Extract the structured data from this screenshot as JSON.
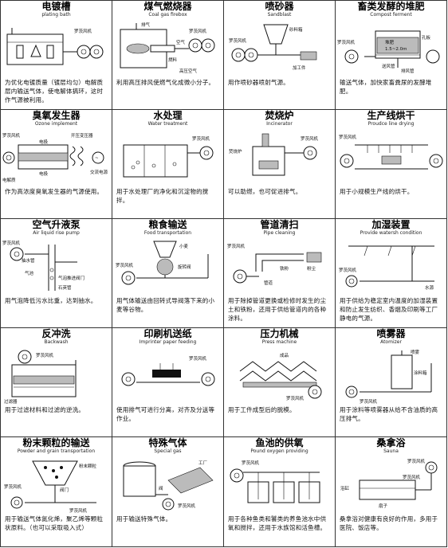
{
  "cells": [
    {
      "title": "电镀槽",
      "subtitle": "plating bath",
      "labels": [
        "罗茨风机"
      ],
      "desc": "为优化电镀质量（镀层均匀）电解质层内输送气体，使电解体搞环，这时作气源被利用。"
    },
    {
      "title": "煤气燃烧器",
      "subtitle": "Coal gas firebox",
      "labels": [
        "排气",
        "罗茨风机",
        "空气",
        "燃料",
        "高压空气"
      ],
      "desc": "利用高压排风使燃气化成微小分子。"
    },
    {
      "title": "喷砂器",
      "subtitle": "Sandblast",
      "labels": [
        "砂料箱",
        "罗茨风机",
        "加工件"
      ],
      "desc": "用作喷砂器喷射气源。"
    },
    {
      "title": "畜类发酵的堆肥",
      "subtitle": "Compost ferment",
      "labels": [
        "罗茨风机",
        "堆肥",
        "1.5~2.0m",
        "孔板",
        "送风管",
        "排风管"
      ],
      "desc": "输送气体，加快家畜粪尿的发酵堆肥。"
    },
    {
      "title": "臭氧发生器",
      "subtitle": "Ozone implement",
      "labels": [
        "罗茨风机",
        "电极",
        "电极",
        "开压变压器",
        "电解质",
        "交流电源"
      ],
      "desc": "作为高浓度臭氧发生器的气源使用。"
    },
    {
      "title": "水处理",
      "subtitle": "Water treatment",
      "labels": [
        "罗茨风机"
      ],
      "desc": "用于水处理厂的净化和沉淀物的搅拌。"
    },
    {
      "title": "焚烧炉",
      "subtitle": "Incinerator",
      "labels": [
        "焚烧炉",
        "罗茨风机"
      ],
      "desc": "可以助燃，也可促进排气。"
    },
    {
      "title": "生产线烘干",
      "subtitle": "Proudce line drying",
      "labels": [
        "罗茨风机"
      ],
      "desc": "用于小规模生产线的烘干。"
    },
    {
      "title": "空气升液泵",
      "subtitle": "Air liquid rise pump",
      "labels": [
        "罗茨风机",
        "抽水管",
        "气池",
        "气泡推进阀门",
        "石英管"
      ],
      "desc": "用气泡降低污水比重，达到抽水。"
    },
    {
      "title": "粮食输送",
      "subtitle": "Food transportation",
      "labels": [
        "小麦",
        "罗茨风机",
        "旋转阀"
      ],
      "desc": "用气体输送由回转式导阀落下来的小麦等谷物。"
    },
    {
      "title": "管道清扫",
      "subtitle": "Pipe cleaning",
      "labels": [
        "罗茨风机",
        "铁粉",
        "粉尘",
        "管道"
      ],
      "desc": "用于除掉管道更换或检修时发生的尘土和铁粉，还用于供给管道内的各种涂料。"
    },
    {
      "title": "加湿装置",
      "subtitle": "Provide watersh condition",
      "labels": [
        "罗茨风机",
        "水源"
      ],
      "desc": "用于供给为稳定室内温度的加湿装置和防止发生纺织、香烟及印刷等工厂静电的气源。"
    },
    {
      "title": "反冲洗",
      "subtitle": "Backwash",
      "labels": [
        "罗茨风机",
        "过滤器"
      ],
      "desc": "用于过滤材料和过滤的逆洗。"
    },
    {
      "title": "印刷机送纸",
      "subtitle": "Imprinter paper feeding",
      "labels": [
        "罗茨风机"
      ],
      "desc": "使用排气可进行分离，对齐及分送等作业。"
    },
    {
      "title": "压力机械",
      "subtitle": "Press machine",
      "labels": [
        "成品",
        "罗茨风机"
      ],
      "desc": "用于工件成型后的脱模。"
    },
    {
      "title": "喷雾器",
      "subtitle": "Atomizer",
      "labels": [
        "喷雾",
        "涂料箱",
        "罗茨风机"
      ],
      "desc": "用于涂料等喷雾器从给不含油质的高压排气。"
    },
    {
      "title": "粉末颗粒的输送",
      "subtitle": "Powder and grain transportation",
      "labels": [
        "罗茨风机",
        "粉末颗粒",
        "阀门",
        "罗茨风机"
      ],
      "desc": "用于输送气体氮化烯，聚乙烯等颗粒状原料。（也可以采取吸入式）"
    },
    {
      "title": "特殊气体",
      "subtitle": "Special gas",
      "labels": [
        "工厂",
        "罗茨风机",
        "阀"
      ],
      "desc": "用于输送特殊气体。"
    },
    {
      "title": "鱼池的供氧",
      "subtitle": "Pound oxygen providing",
      "labels": [
        "罗茨风机"
      ],
      "desc": "用于各种鱼类和饕类的养鱼池水中供氧和搅拌，还用于水族馆和活鱼槽。"
    },
    {
      "title": "桑拿浴",
      "subtitle": "Sauna",
      "labels": [
        "罗茨风机",
        "罗茨风机",
        "浴缸",
        "扇子"
      ],
      "desc": "桑拿浴对健康有良好的作用，多用于医院、饭店等。"
    }
  ]
}
